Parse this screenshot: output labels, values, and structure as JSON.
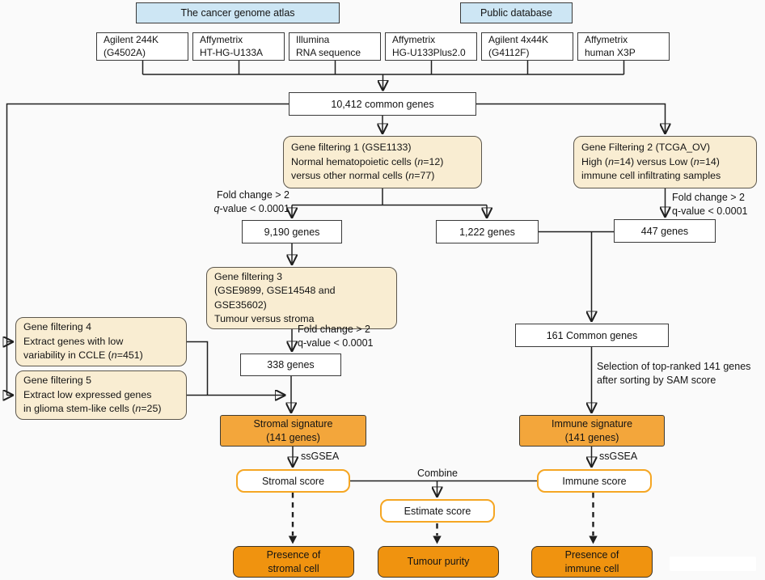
{
  "sources": {
    "tcga": "The cancer genome atlas",
    "public_db": "Public database"
  },
  "platforms": [
    {
      "lines": [
        "Agilent 244K",
        "(G4502A)"
      ]
    },
    {
      "lines": [
        "Affymetrix",
        "HT-HG-U133A"
      ]
    },
    {
      "lines": [
        "Illumina",
        "RNA sequence"
      ]
    },
    {
      "lines": [
        "Affymetrix",
        "HG-U133Plus2.0"
      ]
    },
    {
      "lines": [
        "Agilent 4x44K",
        "(G4112F)"
      ]
    },
    {
      "lines": [
        "Affymetrix",
        "human X3P"
      ]
    }
  ],
  "nodes": {
    "common_genes": "10,412 common genes",
    "gene_filtering_1": [
      "Gene filtering 1 (GSE1133)",
      "Normal hematopoietic cells (n=12)",
      "versus other normal cells (n=77)"
    ],
    "gene_filtering_2": [
      "Gene Filtering 2 (TCGA_OV)",
      "High (n=14) versus Low (n=14)",
      "immune cell infiltrating samples"
    ],
    "genes_9190": "9,190 genes",
    "genes_1222": "1,222 genes",
    "genes_447": "447 genes",
    "gene_filtering_3": [
      "Gene filtering 3",
      "(GSE9899, GSE14548 and GSE35602)",
      "Tumour versus stroma"
    ],
    "gene_filtering_4": [
      "Gene filtering 4",
      "Extract genes with low",
      "variability in CCLE (n=451)"
    ],
    "gene_filtering_5": [
      "Gene filtering 5",
      "Extract low expressed genes",
      "in glioma stem-like cells (n=25)"
    ],
    "genes_338": "338 genes",
    "common_161": "161 Common genes",
    "stromal_signature": [
      "Stromal signature",
      "(141 genes)"
    ],
    "immune_signature": [
      "Immune signature",
      "(141 genes)"
    ],
    "stromal_score": "Stromal score",
    "immune_score": "Immune score",
    "estimate_score": "Estimate score",
    "presence_stromal": [
      "Presence of",
      "stromal cell"
    ],
    "tumour_purity": "Tumour purity",
    "presence_immune": [
      "Presence of",
      "immune cell"
    ]
  },
  "labels": {
    "fold_q_left": [
      "Fold change > 2",
      "q-value < 0.0001"
    ],
    "fold_q_right": [
      "Fold change > 2",
      "q-value < 0.0001"
    ],
    "fold_q_mid": [
      "Fold change > 2",
      "q-value < 0.0001"
    ],
    "selection_sam": [
      "Selection of top-ranked 141 genes",
      "after sorting by SAM score"
    ],
    "ssgsea_left": "ssGSEA",
    "ssgsea_right": "ssGSEA",
    "combine": "Combine"
  },
  "colors": {
    "source_blue": "#cde6f4",
    "filter_cream": "#f9edd2",
    "signature_orange": "#f3a63b",
    "result_orange": "#f0930f",
    "score_border_orange": "#f5a623",
    "line": "#1f1f1f"
  }
}
